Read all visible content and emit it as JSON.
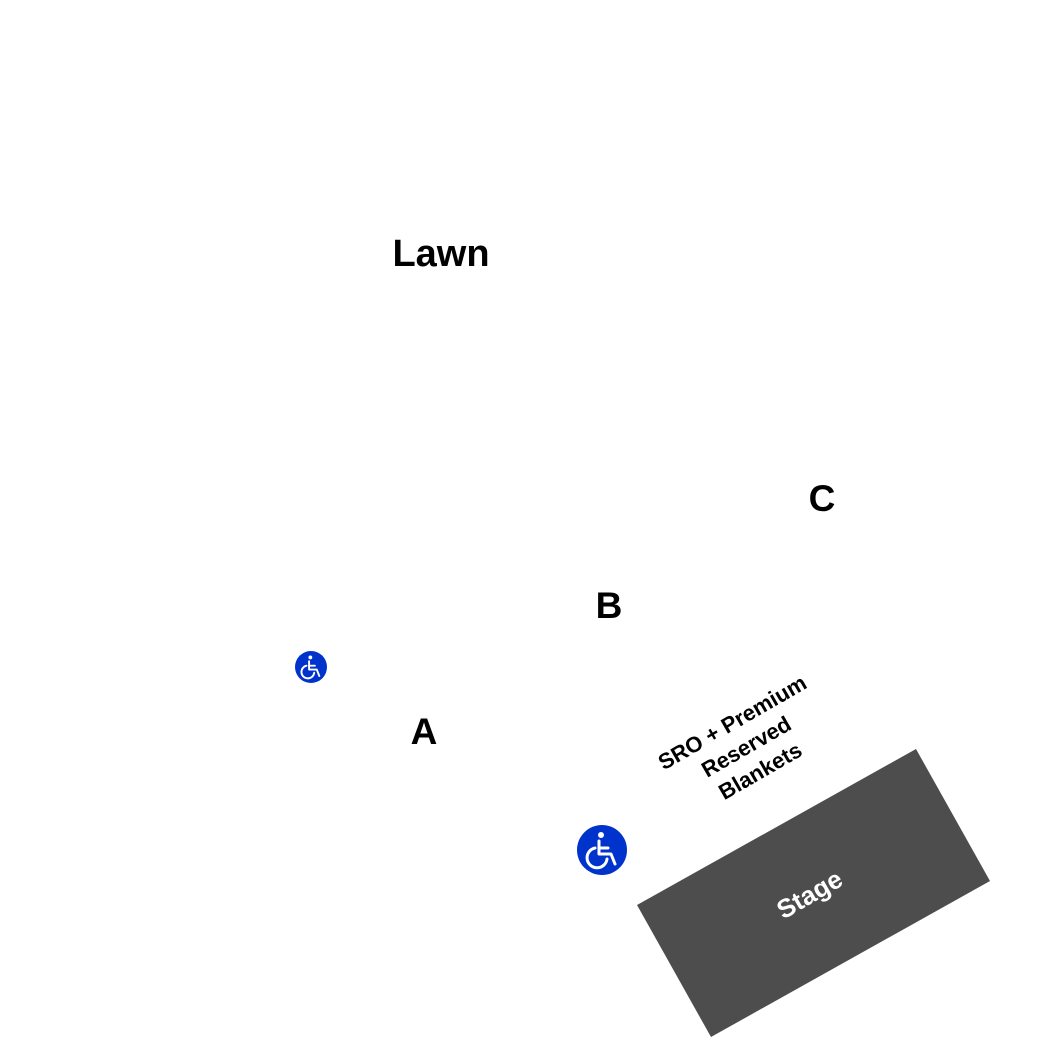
{
  "colors": {
    "background": "#ffffff",
    "stage": "#4d4d4d",
    "stage_text": "#ffffff",
    "label_text": "#000000",
    "accessible_badge": "#0033cc",
    "accessible_glyph": "#ffffff"
  },
  "sections": {
    "lawn": "Lawn",
    "a": "A",
    "b": "B",
    "c": "C"
  },
  "sro_area": {
    "line1": "SRO + Premium",
    "line2": "Reserved",
    "line3": "Blankets"
  },
  "stage": {
    "label": "Stage"
  },
  "icons": {
    "accessible": "wheelchair-accessible-icon"
  }
}
